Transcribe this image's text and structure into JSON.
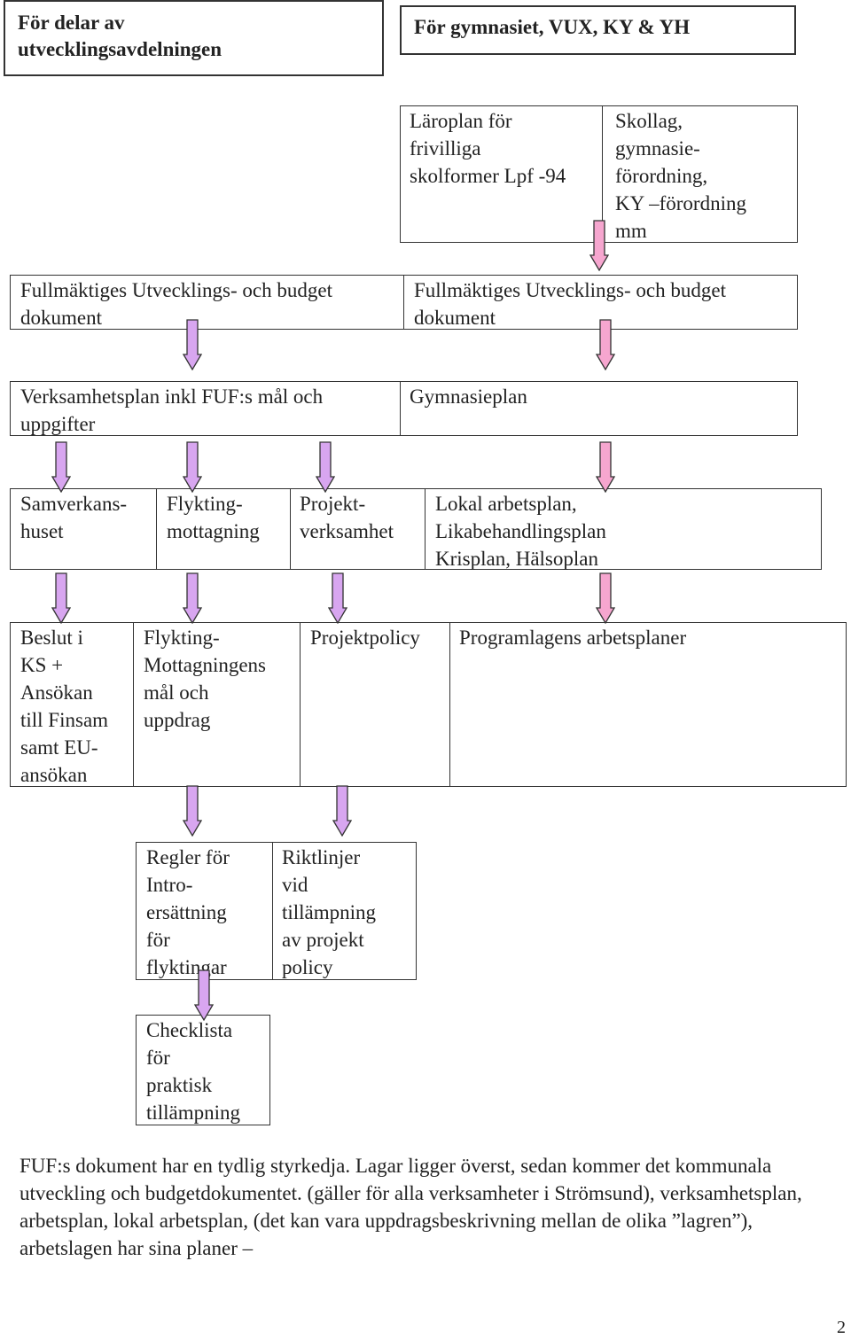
{
  "headers": {
    "left": "För delar av\nutvecklingsavdelningen",
    "right": "För gymnasiet, VUX, KY & YH"
  },
  "boxes": {
    "laroplan": "Läroplan för\nfrivilliga\nskolformer Lpf -94",
    "skollag": "Skollag,\ngymnasie-\nförordning,\nKY –förordning\nmm",
    "budget_left": "Fullmäktiges Utvecklings- och budget\ndokument",
    "budget_right": "Fullmäktiges Utvecklings- och budget\ndokument",
    "verksamhetsplan": "Verksamhetsplan inkl FUF:s mål och\nuppgifter",
    "gymnasieplan": "Gymnasieplan",
    "samverkanshuset": "Samverkans-\nhuset",
    "flyktingmottagning": "Flykting-\nmottagning",
    "projektverksamhet": "Projekt-\nverksamhet",
    "lokal_arbetsplan": "Lokal arbetsplan,\nLikabehandlingsplan\nKrisplan, Hälsoplan",
    "beslut": "Beslut i\nKS +\nAnsökan\ntill Finsam\nsamt EU-\nansökan",
    "flykting_mal": "Flykting-\nMottagningens\nmål och\nuppdrag",
    "projektpolicy": "Projektpolicy",
    "programlagens": "Programlagens arbetsplaner",
    "regler": "Regler för\nIntro-\nersättning\nför\nflyktingar",
    "riktlinjer": "Riktlinjer\nvid\ntillämpning\nav projekt\npolicy",
    "checklista": "Checklista\nför\npraktisk\ntillämpning"
  },
  "note": "FUF:s dokument har en tydlig styrkedja. Lagar ligger överst, sedan kommer det kommunala utveckling och budgetdokumentet. (gäller för alla verksamheter i Strömsund), verksamhetsplan, arbetsplan, lokal arbetsplan, (det kan vara uppdragsbeskrivning mellan de olika ”lagren”), arbetslagen har sina planer –",
  "page_number": "2",
  "colors": {
    "arrow_purple": "#d8a6f0",
    "arrow_pink": "#f6a6cf",
    "border": "#333333"
  }
}
